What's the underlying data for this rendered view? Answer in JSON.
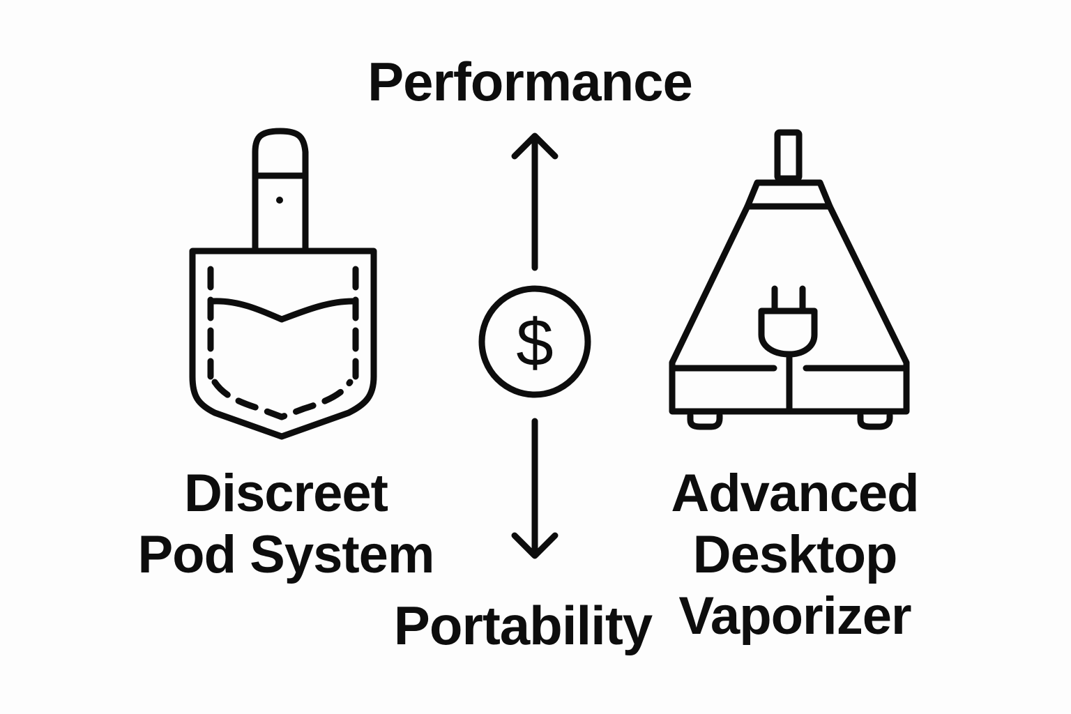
{
  "axis": {
    "top_label": "Performance",
    "bottom_label": "Portability",
    "center_symbol": "$"
  },
  "left_item": {
    "line1": "Discreet",
    "line2": "Pod System",
    "icon": "pocket-pod-device-icon"
  },
  "right_item": {
    "line1": "Advanced",
    "line2": "Desktop",
    "line3": "Vaporizer",
    "icon": "desktop-vaporizer-icon"
  },
  "colors": {
    "ink": "#0d0d0d",
    "background": "#fdfdfd"
  }
}
